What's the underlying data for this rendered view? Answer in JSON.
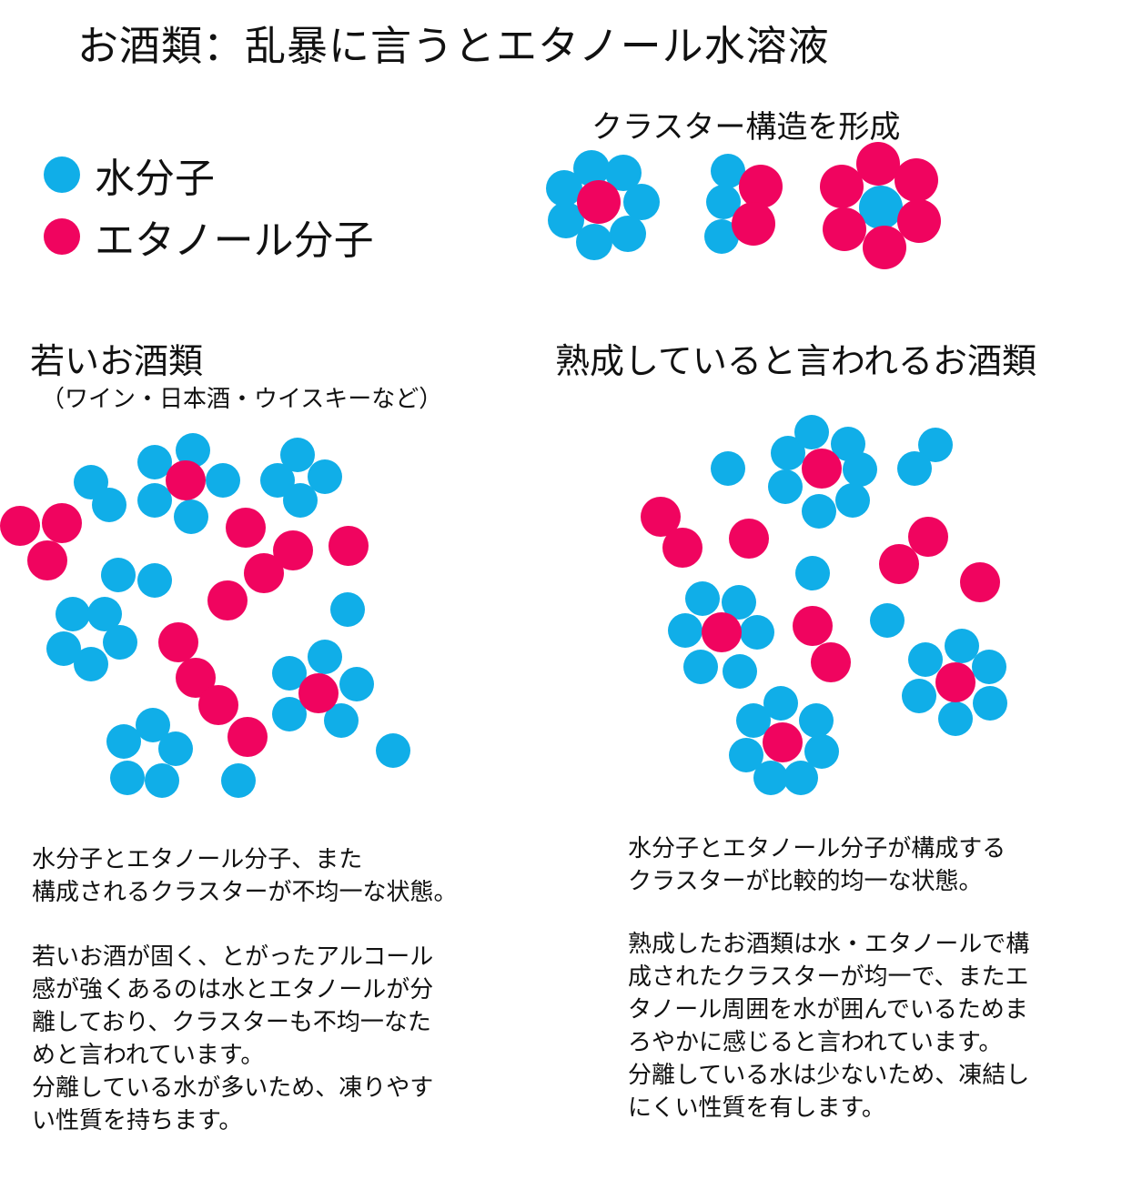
{
  "title": "お酒類：乱暴に言うとエタノール水溶液",
  "legend": [
    {
      "label": "水分子",
      "color": "#10AEE8"
    },
    {
      "label": "エタノール分子",
      "color": "#F0045F"
    }
  ],
  "cluster_heading": "クラスター構造を形成",
  "young": {
    "title": "若いお酒類",
    "subtitle": "（ワイン・日本酒・ウイスキーなど）",
    "paragraph1": "水分子とエタノール分子、また\n構成されるクラスターが不均一な状態。",
    "paragraph2": "若いお酒が固く、とがったアルコール\n感が強くあるのは水とエタノールが分\n離しており、クラスターも不均一なた\nめと言われています。\n分離している水が多いため、凍りやす\nい性質を持ちます。"
  },
  "aged": {
    "title": "熟成していると言われるお酒類",
    "paragraph1": "水分子とエタノール分子が構成する\nクラスターが比較的均一な状態。",
    "paragraph2": "熟成したお酒類は水・エタノールで構\n成されたクラスターが均一で、またエ\nタノール周囲を水が囲んでいるためま\nろやかに感じると言われています。\n分離している水は少ないため、凍結し\nにくい性質を有します。"
  },
  "colors": {
    "water": "#10AEE8",
    "ethanol": "#F0045F"
  }
}
